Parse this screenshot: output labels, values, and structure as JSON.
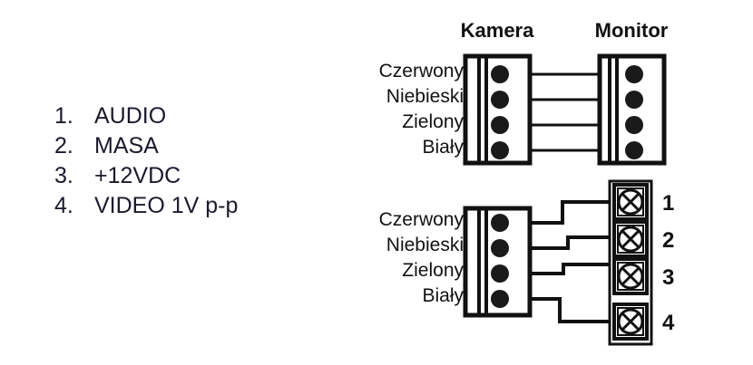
{
  "pinout": {
    "items": [
      {
        "number": "1.",
        "label": "AUDIO"
      },
      {
        "number": "2.",
        "label": "MASA"
      },
      {
        "number": "3.",
        "label": "+12VDC"
      },
      {
        "number": "4.",
        "label": "VIDEO 1V p-p"
      }
    ]
  },
  "headings": {
    "camera": "Kamera",
    "monitor": "Monitor"
  },
  "wire_labels": {
    "red": "Czerwony",
    "blue": "Niebieski",
    "green": "Zielony",
    "white": "Biały"
  },
  "top_diagram": {
    "left_connector_labels": [
      "Czerwony",
      "Niebieski",
      "Zielony",
      "Biały"
    ],
    "connections": [
      {
        "from": "Czerwony",
        "to": "Czerwony"
      },
      {
        "from": "Niebieski",
        "to": "Niebieski"
      },
      {
        "from": "Zielony",
        "to": "Zielony"
      },
      {
        "from": "Biały",
        "to": "Biały"
      }
    ]
  },
  "bottom_diagram": {
    "left_connector_labels": [
      "Czerwony",
      "Niebieski",
      "Zielony",
      "Biały"
    ],
    "terminal_numbers": [
      "1",
      "2",
      "3",
      "4"
    ],
    "connections": [
      {
        "from": "Czerwony",
        "to": "1"
      },
      {
        "from": "Niebieski",
        "to": "2"
      },
      {
        "from": "Zielony",
        "to": "3"
      },
      {
        "from": "Biały",
        "to": "4"
      }
    ]
  },
  "colors": {
    "ink": "#111111",
    "background": "#ffffff",
    "list_text": "#1a1a2e"
  }
}
